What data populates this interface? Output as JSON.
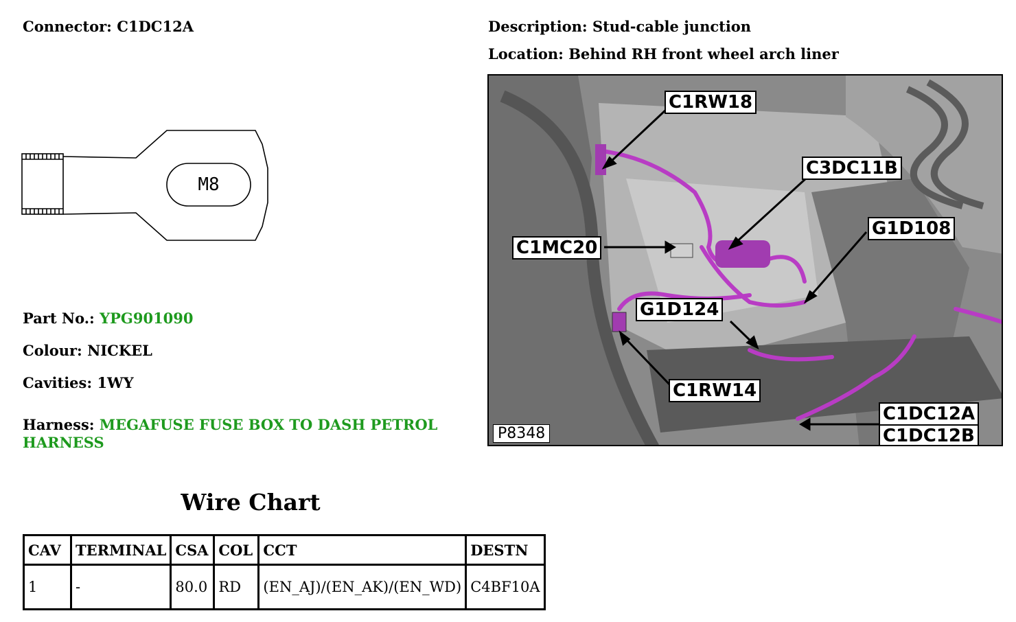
{
  "header": {
    "connector_label": "Connector:",
    "connector_value": "C1DC12A",
    "description_label": "Description:",
    "description_value": "Stud-cable junction",
    "location_label": "Location:",
    "location_value": "Behind RH front wheel arch liner"
  },
  "drawing": {
    "stud_label": "M8"
  },
  "details": {
    "part_label": "Part No.:",
    "part_value": "YPG901090",
    "colour_label": "Colour:",
    "colour_value": "NICKEL",
    "cavities_label": "Cavities:",
    "cavities_value": "1WY",
    "harness_label": "Harness:",
    "harness_value": "MEGAFUSE FUSE BOX TO DASH PETROL HARNESS"
  },
  "wire_chart": {
    "title": "Wire Chart",
    "headers": [
      "CAV",
      "TERMINAL",
      "CSA",
      "COL",
      "CCT",
      "DESTN"
    ],
    "rows": [
      [
        "1",
        "-",
        "80.0",
        "RD",
        "(EN_AJ)/(EN_AK)/(EN_WD)",
        "C4BF10A"
      ]
    ]
  },
  "photo": {
    "id": "P8348",
    "callouts": [
      "C1RW18",
      "C3DC11B",
      "C1MC20",
      "G1D108",
      "G1D124",
      "C1RW14",
      "C1DC12A",
      "C1DC12B"
    ]
  },
  "colors": {
    "accent_green": "#1e9a1e",
    "harness_magenta": "#b83cc4"
  }
}
